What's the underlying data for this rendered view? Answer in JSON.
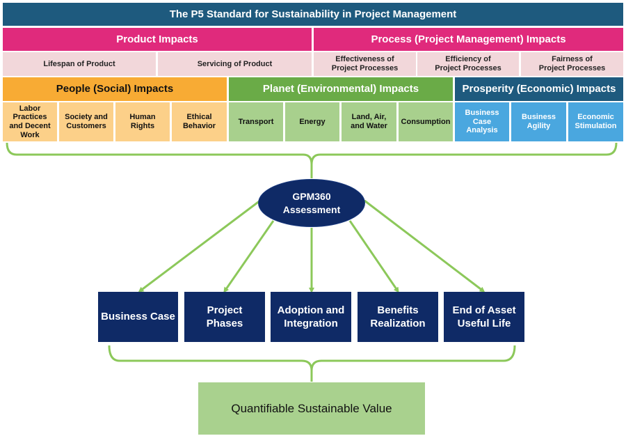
{
  "title": "The P5 Standard for Sustainability in Project Management",
  "product_impacts": {
    "label": "Product Impacts",
    "items": [
      "Lifespan of Product",
      "Servicing of Product"
    ]
  },
  "process_impacts": {
    "label": "Process (Project Management) Impacts",
    "items": [
      "Effectiveness of\nProject Processes",
      "Efficiency of\nProject Processes",
      "Fairness of\nProject Processes"
    ]
  },
  "people": {
    "label": "People (Social) Impacts",
    "items": [
      "Labor\nPractices\nand Decent\nWork",
      "Society and\nCustomers",
      "Human\nRights",
      "Ethical\nBehavior"
    ]
  },
  "planet": {
    "label": "Planet (Environmental) Impacts",
    "items": [
      "Transport",
      "Energy",
      "Land, Air,\nand Water",
      "Consumption"
    ]
  },
  "prosperity": {
    "label": "Prosperity (Economic) Impacts",
    "items": [
      "Business\nCase\nAnalysis",
      "Business\nAgility",
      "Economic\nStimulation"
    ]
  },
  "assessment": "GPM360\nAssessment",
  "stages": [
    "Business Case",
    "Project\nPhases",
    "Adoption and\nIntegration",
    "Benefits\nRealization",
    "End of Asset\nUseful Life"
  ],
  "result": "Quantifiable Sustainable Value",
  "colors": {
    "title_bg": "#1e5a7e",
    "product_process_bg": "#e02a7c",
    "people": "#f8ab34",
    "planet": "#6aab47",
    "prosperity": "#1e5a7e",
    "stage_bg": "#0f2a66",
    "connector": "#8cc85a",
    "result_bg": "#a9d18e"
  }
}
